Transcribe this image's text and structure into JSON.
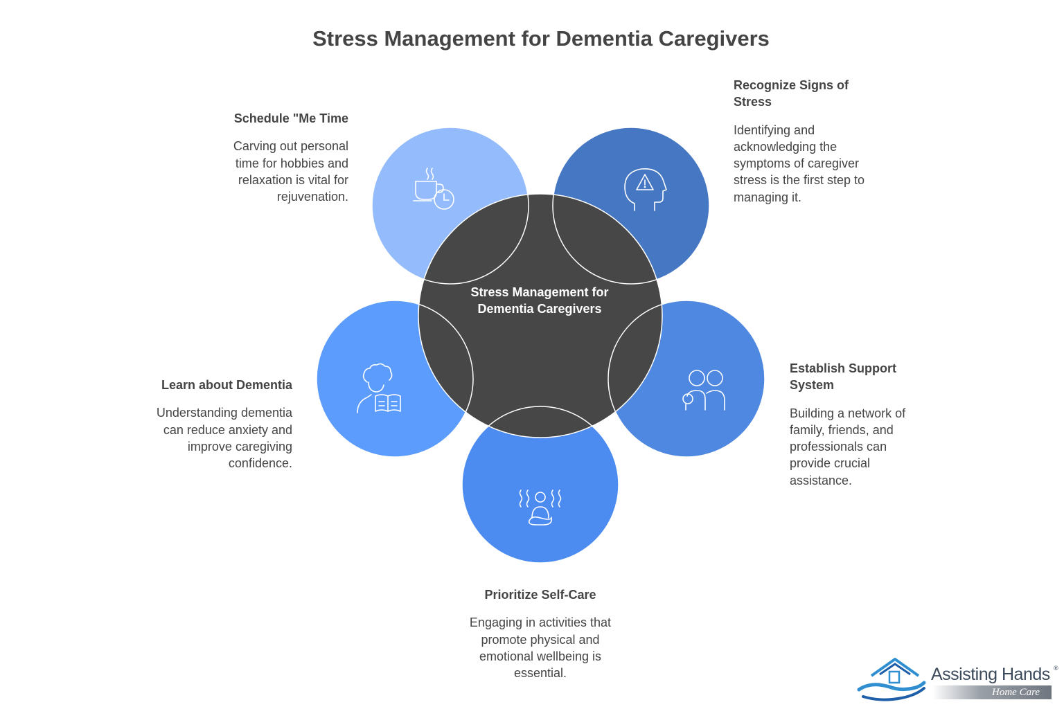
{
  "title": "Stress Management for Dementia Caregivers",
  "center": {
    "label": "Stress Management for Dementia Caregivers",
    "color": "#474747"
  },
  "items": [
    {
      "heading": "Schedule \"Me Time",
      "description": "Carving out personal time for hobbies and relaxation is vital for rejuvenation.",
      "icon": "coffee-cup-clock-icon",
      "color": "#94BBFB"
    },
    {
      "heading": "Recognize Signs of Stress",
      "description": "Identifying and acknowledging the symptoms of caregiver stress is the first step to managing it.",
      "icon": "head-warning-icon",
      "color": "#4677C3"
    },
    {
      "heading": "Establish Support System",
      "description": "Building a network of family, friends, and professionals can provide crucial assistance.",
      "icon": "people-support-icon",
      "color": "#4F88E0"
    },
    {
      "heading": "Prioritize Self-Care",
      "description": "Engaging in activities that promote physical and emotional wellbeing is essential.",
      "icon": "meditation-icon",
      "color": "#4C8BF0"
    },
    {
      "heading": "Learn about Dementia",
      "description": "Understanding dementia can reduce anxiety and improve caregiving confidence.",
      "icon": "person-reading-icon",
      "color": "#5B9CFC"
    }
  ],
  "logo": {
    "brand": "Assisting Hands",
    "registered": "®",
    "tagline": "Home Care"
  }
}
